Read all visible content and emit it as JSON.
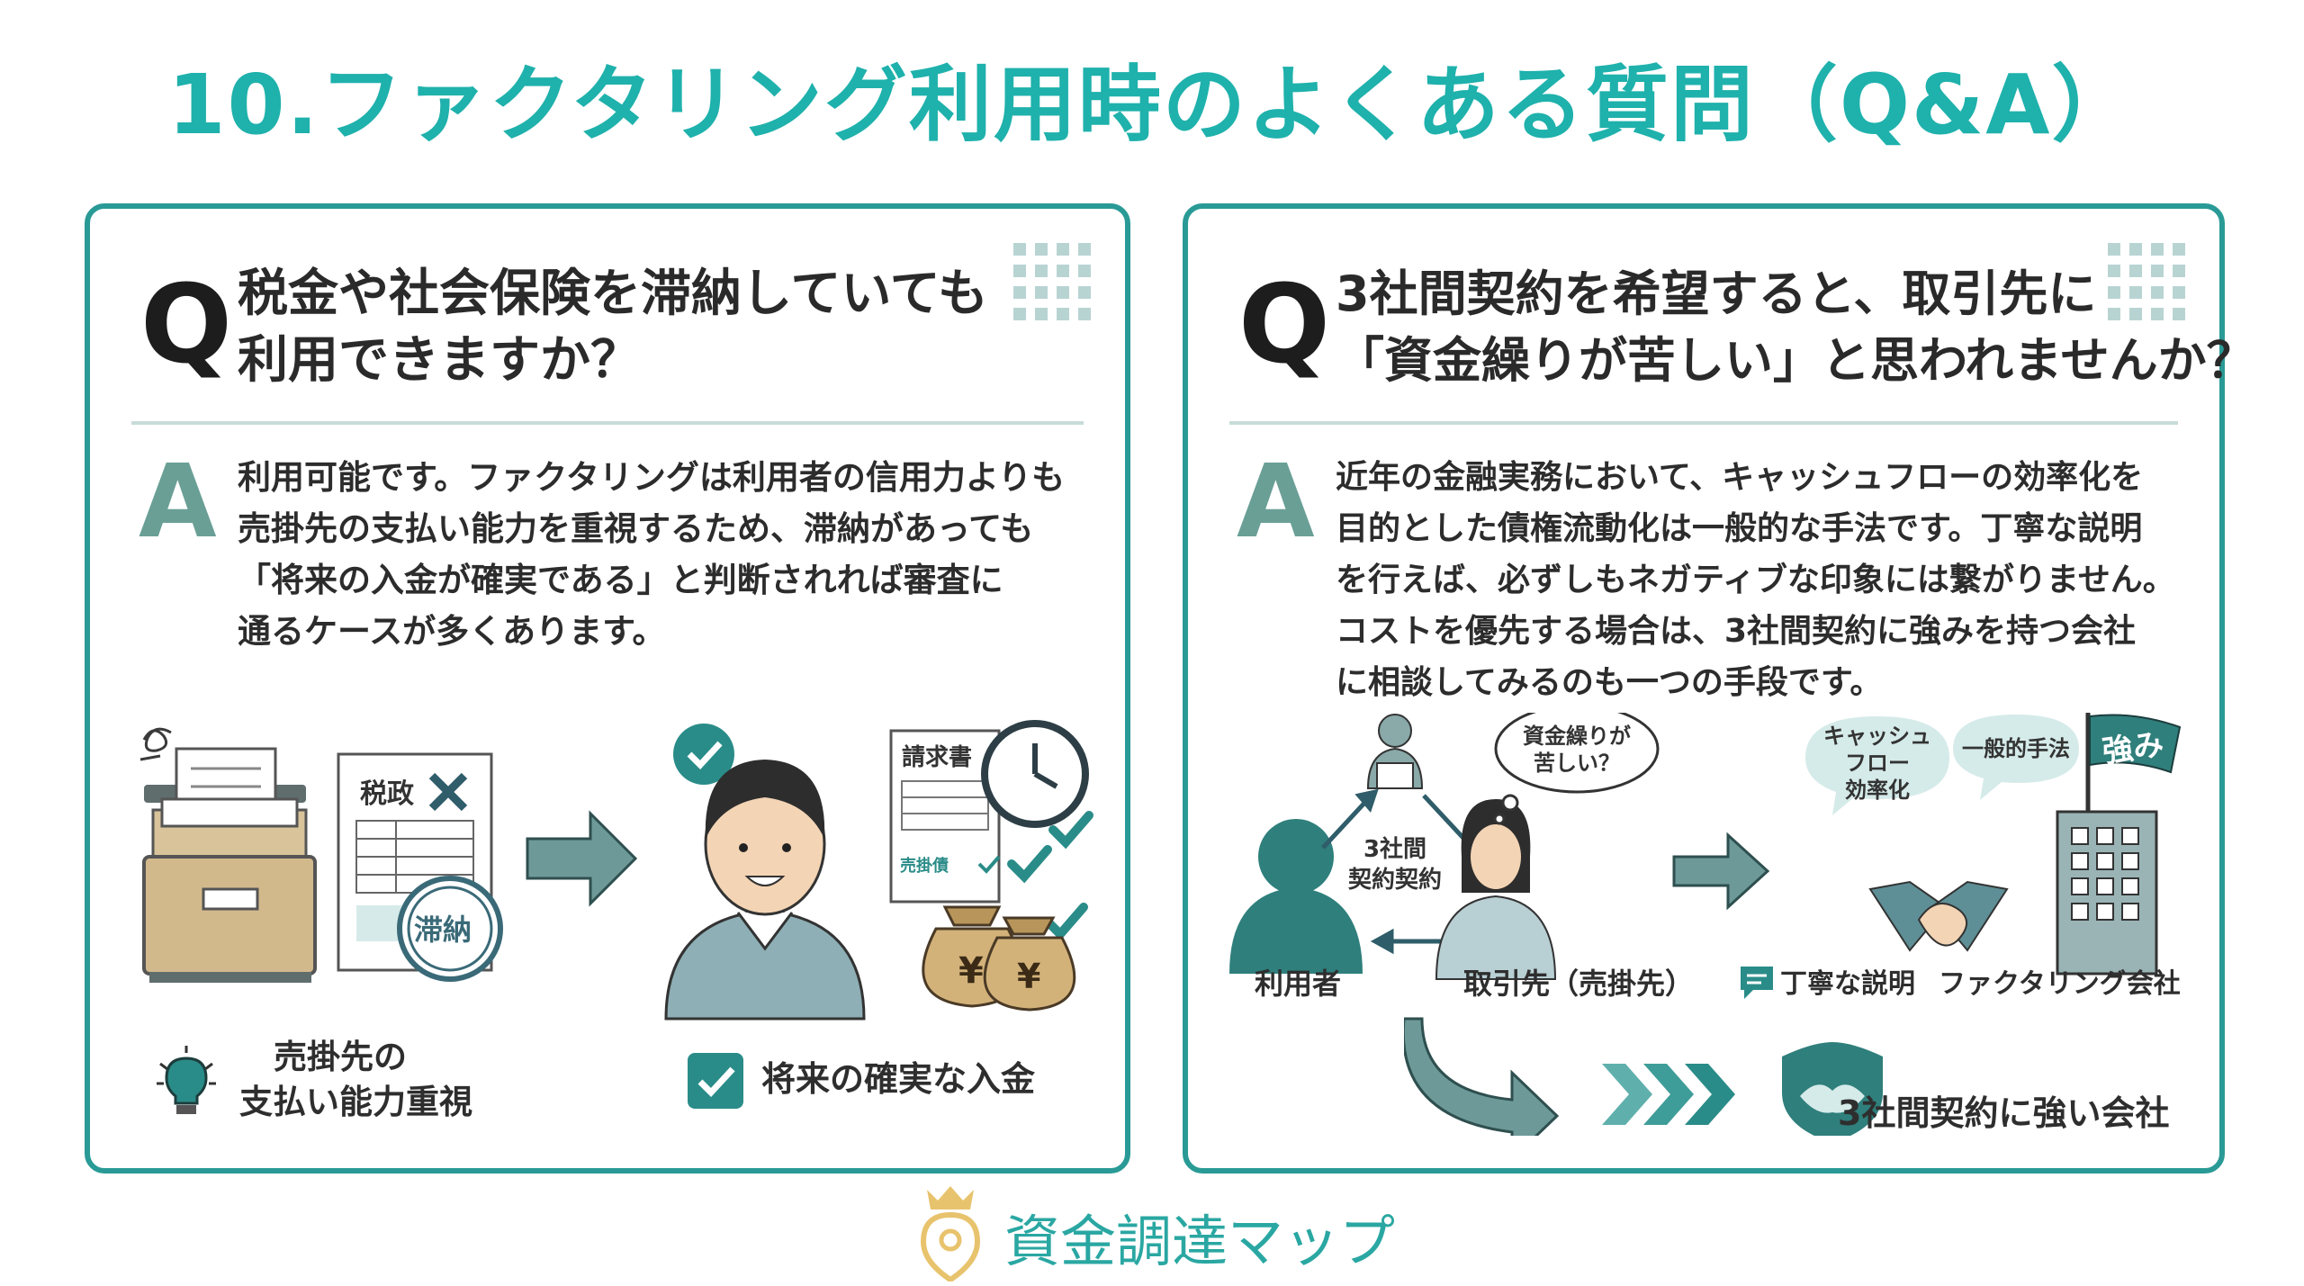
{
  "title": "10.ファクタリング利用時のよくある質問（Q&A）",
  "q_mark": "Q",
  "a_mark": "A",
  "colors": {
    "accent": "#1fb1ac",
    "border": "#2a9a96",
    "answer_mark": "#6a9f96",
    "icon_teal": "#3a8f8b",
    "brand_gold": "#e8c36d"
  },
  "left": {
    "question_lines": [
      "税金や社会保険を滞納していても",
      "利用できますか？"
    ],
    "answer_lines": [
      "利用可能です。ファクタリングは利用者の信用力よりも",
      "売掛先の支払い能力を重視するため、滞納があっても",
      "「将来の入金が確実である」と判断されれば審査に",
      "通るケースが多くあります。"
    ],
    "tax_doc_label": "税政",
    "stamp_label": "滞納",
    "invoice_label": "請求書",
    "receivable_label": "売掛債",
    "yen": "¥",
    "point1_lines": [
      "売掛先の",
      "支払い能力重視"
    ],
    "point2": "将来の確実な入金",
    "icons": {
      "point1": "lightbulb-icon",
      "point2": "checkbox-icon",
      "cabinet": "file-cabinet-icon",
      "clock": "clock-icon",
      "person": "smiling-person-icon"
    }
  },
  "right": {
    "question_lines": [
      "3社間契約を希望すると、取引先に",
      "「資金繰りが苦しい」と思われませんか？"
    ],
    "answer_lines": [
      "近年の金融実務において、キャッシュフローの効率化を",
      "目的とした債権流動化は一般的な手法です。丁寧な説明",
      "を行えば、必ずしもネガティブな印象には繋がりません。",
      "コストを優先する場合は、3社間契約に強みを持つ会社",
      "に相談してみるのも一つの手段です。"
    ],
    "contract_label_lines": [
      "3社間",
      "契約契約"
    ],
    "bubble_worry_lines": [
      "資金繰りが",
      "苦しい？"
    ],
    "bubble_cf_lines": [
      "キャッシュ",
      "フロー",
      "効率化"
    ],
    "bubble_general": "一般的手法",
    "flag_label": "強み",
    "user_label": "利用者",
    "partner_label": "取引先（売掛先）",
    "explain_label": "丁寧な説明",
    "company_label": "ファクタリング会社",
    "strong_company": "3社間契約に強い会社",
    "icons": {
      "user": "user-silhouette-icon",
      "partner": "woman-icon",
      "building": "building-icon",
      "handshake": "handshake-icon",
      "shield": "shield-handshake-icon",
      "chat": "chat-icon"
    }
  },
  "brand": "資金調達マップ"
}
